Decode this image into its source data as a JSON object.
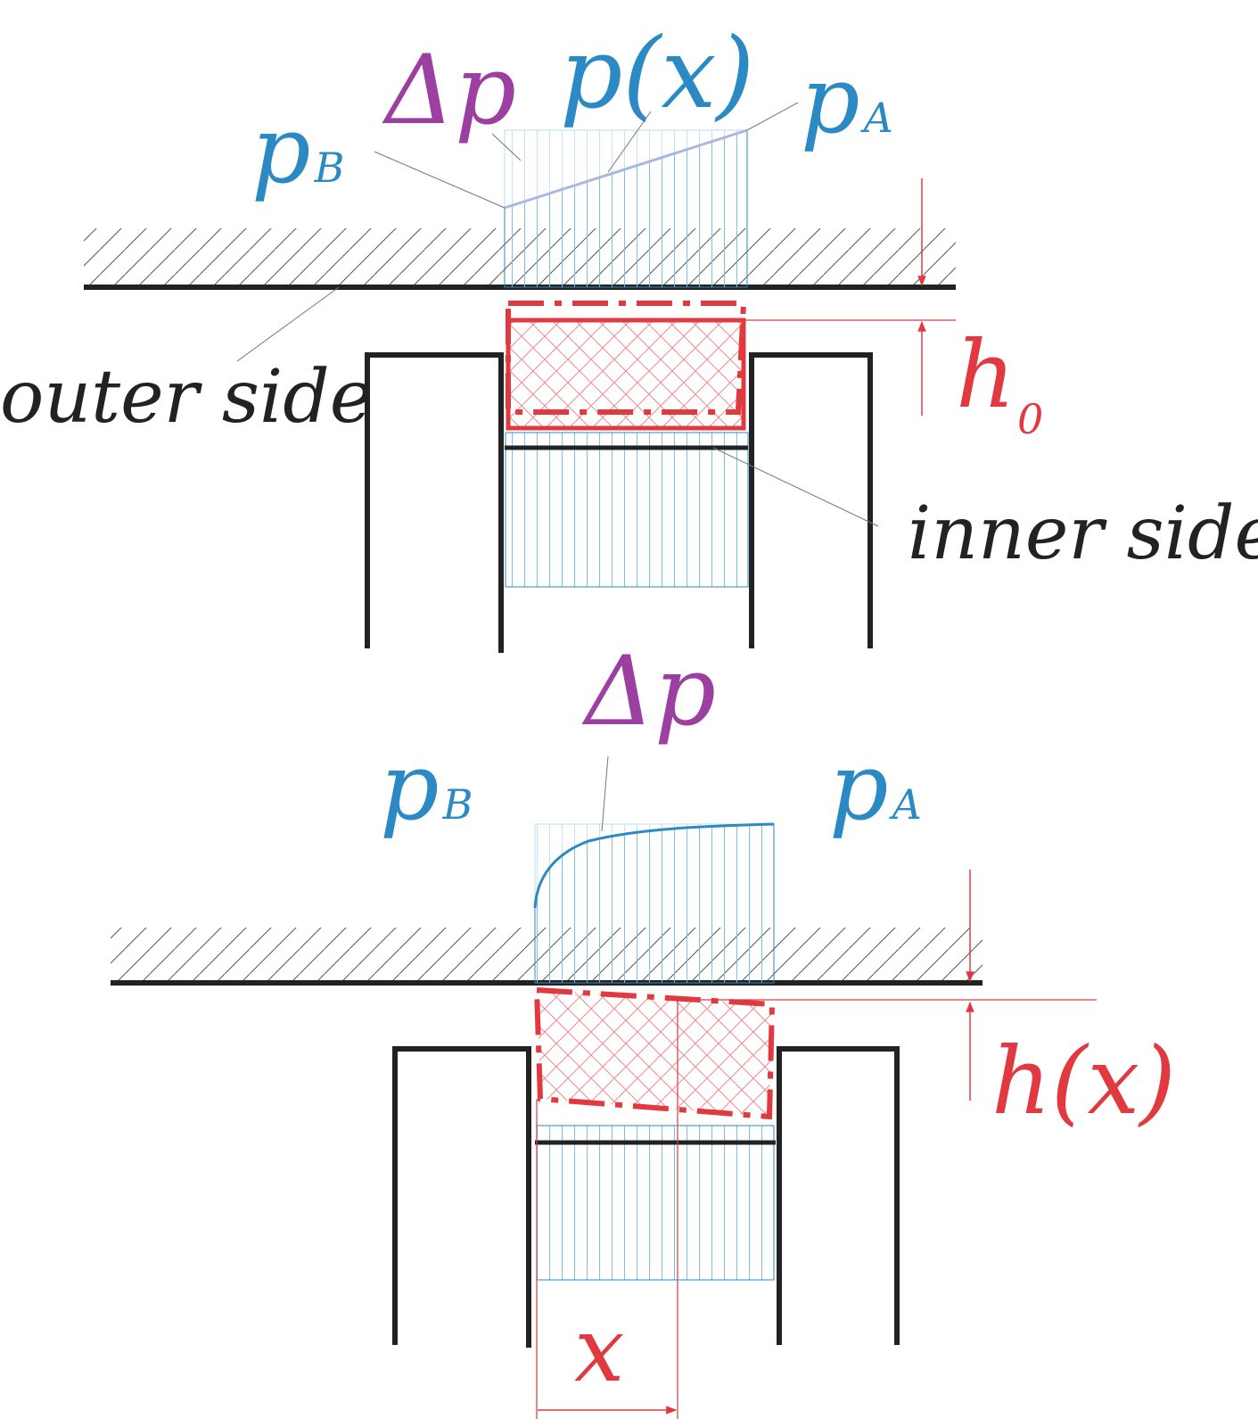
{
  "colors": {
    "pressure": "#2b8ac4",
    "delta": "#9b3fa0",
    "seal": "#e03a40",
    "structure": "#222222"
  },
  "top": {
    "delta_p": "Δp",
    "p_x": "p(x)",
    "p_A": {
      "main": "p",
      "sub": "A"
    },
    "p_B": {
      "main": "p",
      "sub": "B"
    },
    "h0": {
      "main": "h",
      "sub": "0"
    },
    "outer_side": "outer side",
    "inner_side": "inner side"
  },
  "bottom": {
    "delta_p": "Δp",
    "p_A": {
      "main": "p",
      "sub": "A"
    },
    "p_B": {
      "main": "p",
      "sub": "B"
    },
    "h_x": "h(x)",
    "x": "x"
  }
}
